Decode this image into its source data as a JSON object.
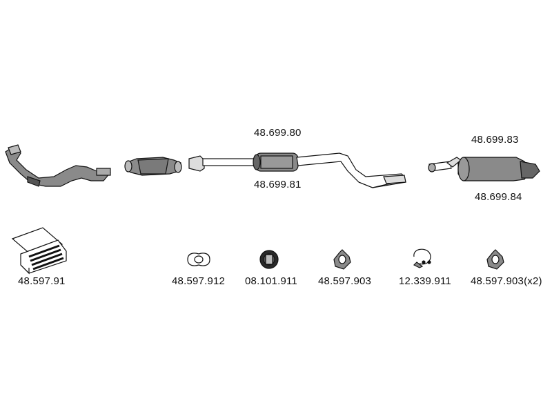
{
  "parts": {
    "front_pipe": {
      "label": ""
    },
    "catalyst": {
      "label": ""
    },
    "middle_silencer_a": {
      "label": "48.699.80"
    },
    "middle_silencer_b": {
      "label": "48.699.81"
    },
    "rear_silencer_a": {
      "label": "48.699.83"
    },
    "rear_silencer_b": {
      "label": "48.699.84"
    }
  },
  "accessories": {
    "mounting_kit": {
      "label": "48.597.91"
    },
    "gasket_oval": {
      "label": "48.597.912"
    },
    "rubber_mount": {
      "label": "08.101.911"
    },
    "gasket_a": {
      "label": "48.597.903"
    },
    "clamp": {
      "label": "12.339.911"
    },
    "gasket_b": {
      "label": "48.597.903(x2)"
    }
  },
  "colors": {
    "part_fill": "#8a8a8a",
    "part_dark": "#2a2a2a",
    "outline": "#111111"
  }
}
